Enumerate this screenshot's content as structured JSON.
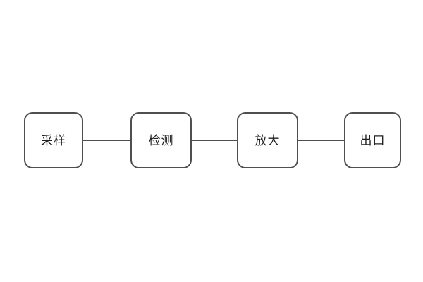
{
  "diagram": {
    "type": "flowchart",
    "background_color": "#ffffff",
    "node_border_color": "#4f4f4f",
    "node_fill_color": "#ffffff",
    "connector_color": "#4f4f4f",
    "text_color": "#1f1f1f",
    "nodes": [
      {
        "id": "sampling",
        "label": "采样"
      },
      {
        "id": "detection",
        "label": "检测"
      },
      {
        "id": "amplify",
        "label": "放大"
      },
      {
        "id": "outlet",
        "label": "出口"
      }
    ],
    "connections": [
      {
        "from": "采样",
        "to": "检测"
      },
      {
        "from": "检测",
        "to": "放大"
      },
      {
        "from": "放大",
        "to": "出口"
      }
    ]
  }
}
